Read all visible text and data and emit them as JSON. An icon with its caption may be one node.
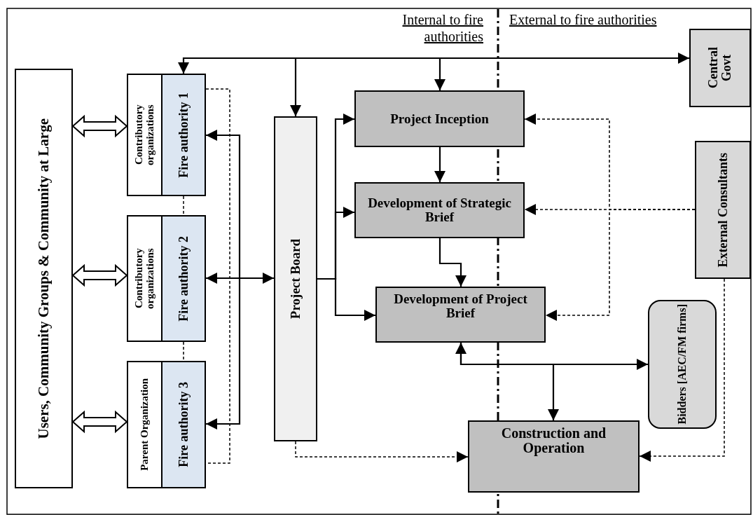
{
  "diagram": {
    "nodes": [
      {
        "text": [
          "Users, Community Groups & Community at Large"
        ]
      },
      {
        "text": [
          "Contributory organizations"
        ]
      },
      {
        "text": [
          "Fire authority 1"
        ]
      },
      {
        "text": [
          "Contributory organizations"
        ]
      },
      {
        "text": [
          "Fire authority 2"
        ]
      },
      {
        "text": [
          "Parent Organization"
        ]
      },
      {
        "text": [
          "Fire authority 3"
        ]
      },
      {
        "text": [
          "Project Board"
        ]
      },
      {
        "text": [
          "Project Inception"
        ]
      },
      {
        "text": [
          "Development of Strategic Brief"
        ]
      },
      {
        "text": [
          "Development of Project Brief"
        ]
      },
      {
        "text": [
          "Construction and Operation"
        ]
      },
      {
        "text": [
          "Central Govt"
        ]
      },
      {
        "text": [
          "External Consultants"
        ]
      },
      {
        "text": [
          "Bidders [AEC/FM firms]"
        ]
      }
    ],
    "edges": [
      {
        "from": 0,
        "to": 1,
        "arrow": "both",
        "style": "thick"
      },
      {
        "from": 0,
        "to": 3,
        "arrow": "both",
        "style": "thick"
      },
      {
        "from": 0,
        "to": 5,
        "arrow": "both",
        "style": "thick"
      },
      {
        "from": null,
        "to": 2,
        "arrow": "to"
      },
      {
        "from": null,
        "to": 7,
        "arrow": "to"
      },
      {
        "from": null,
        "to": 8,
        "arrow": "to"
      },
      {
        "from": null,
        "to": 12,
        "arrow": "to"
      },
      {
        "from": 7,
        "to": 2,
        "arrow": "to"
      },
      {
        "from": 4,
        "to": 7,
        "arrow": "both"
      },
      {
        "from": 7,
        "to": 6,
        "arrow": "to"
      },
      {
        "from": 7,
        "to": 8,
        "arrow": "to"
      },
      {
        "from": 7,
        "to": 9,
        "arrow": "to"
      },
      {
        "from": 7,
        "to": 10,
        "arrow": "to"
      },
      {
        "from": 8,
        "to": 9,
        "arrow": "to"
      },
      {
        "from": 9,
        "to": 10,
        "arrow": "to"
      },
      {
        "from": 10,
        "to": 14,
        "arrow": "both"
      },
      {
        "from": 10,
        "to": 11,
        "arrow": "to"
      },
      {
        "from": 13,
        "to": 8,
        "arrow": "to",
        "style": "dashed"
      },
      {
        "from": 13,
        "to": 9,
        "arrow": "to",
        "style": "dashed"
      },
      {
        "from": 13,
        "to": 10,
        "arrow": "to",
        "style": "dashed"
      },
      {
        "from": 13,
        "to": 11,
        "arrow": "to",
        "style": "dashed"
      },
      {
        "from": 7,
        "to": 11,
        "arrow": "to",
        "style": "dashed"
      },
      {
        "from": 2,
        "to": 4,
        "arrow": "none",
        "style": "dashed"
      },
      {
        "from": 4,
        "to": 6,
        "arrow": "none",
        "style": "dashed"
      },
      {
        "from": 2,
        "to": 6,
        "arrow": "none",
        "style": "dashed"
      }
    ],
    "labels": [
      "Internal to fire authorities",
      "External to fire authorities"
    ]
  }
}
